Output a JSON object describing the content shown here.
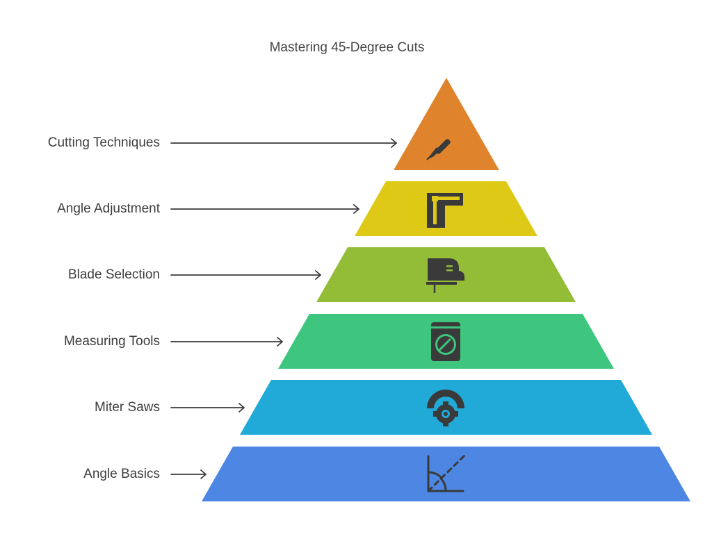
{
  "title": "Mastering 45-Degree Cuts",
  "levels": [
    {
      "label": "Cutting Techniques",
      "color": "#e0832d",
      "icon": "scalpel-icon"
    },
    {
      "label": "Angle Adjustment",
      "color": "#dfc917",
      "icon": "square-clamp-icon"
    },
    {
      "label": "Blade Selection",
      "color": "#93bc37",
      "icon": "jigsaw-icon"
    },
    {
      "label": "Measuring Tools",
      "color": "#3ec67e",
      "icon": "measuring-device-icon"
    },
    {
      "label": "Miter Saws",
      "color": "#21a9d8",
      "icon": "circular-saw-icon"
    },
    {
      "label": "Angle Basics",
      "color": "#4d87e3",
      "icon": "angle-icon"
    }
  ],
  "colors": {
    "text": "#3d3d3d",
    "icon": "#3a3a3a",
    "arrow": "#3a3a3a"
  }
}
